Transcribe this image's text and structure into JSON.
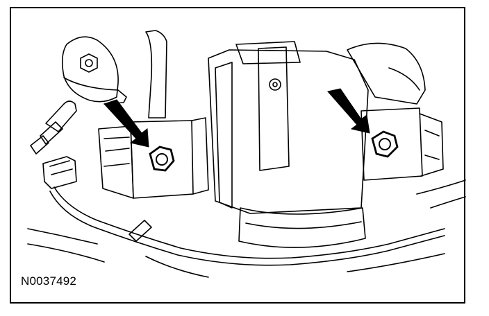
{
  "figure": {
    "code": "N0037492",
    "colors": {
      "ink": "#000000",
      "paper": "#ffffff"
    },
    "callouts": [
      {
        "label": "arrow-left",
        "target": "left-bolt"
      },
      {
        "label": "arrow-right",
        "target": "right-bolt"
      }
    ]
  }
}
